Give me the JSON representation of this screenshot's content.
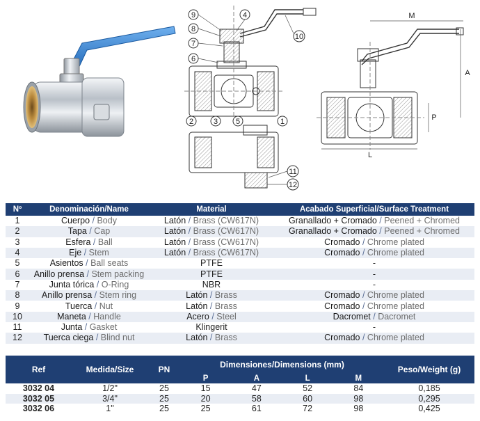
{
  "drawing": {
    "callouts_top": [
      "9",
      "8",
      "7",
      "6",
      "4",
      "10"
    ],
    "callouts_bottom": [
      "2",
      "3",
      "5",
      "1"
    ],
    "callouts_lower": [
      "11",
      "12"
    ],
    "dim_labels": [
      "M",
      "A",
      "P",
      "L"
    ]
  },
  "parts": {
    "headers": {
      "n": "Nº",
      "name": "Denominación/Name",
      "material": "Material",
      "finish": "Acabado Superficial/Surface Treatment"
    },
    "rows": [
      {
        "n": "1",
        "name_es": "Cuerpo",
        "name_en": "Body",
        "mat_es": "Latón",
        "mat_en": "Brass (CW617N)",
        "fin_es": "Granallado + Cromado",
        "fin_en": "Peened + Chromed"
      },
      {
        "n": "2",
        "name_es": "Tapa",
        "name_en": "Cap",
        "mat_es": "Latón",
        "mat_en": "Brass (CW617N)",
        "fin_es": "Granallado + Cromado",
        "fin_en": "Peened + Chromed"
      },
      {
        "n": "3",
        "name_es": "Esfera",
        "name_en": "Ball",
        "mat_es": "Latón",
        "mat_en": "Brass (CW617N)",
        "fin_es": "Cromado",
        "fin_en": "Chrome plated"
      },
      {
        "n": "4",
        "name_es": "Eje",
        "name_en": "Stem",
        "mat_es": "Latón",
        "mat_en": "Brass (CW617N)",
        "fin_es": "Cromado",
        "fin_en": "Chrome plated"
      },
      {
        "n": "5",
        "name_es": "Asientos",
        "name_en": "Ball seats",
        "mat": "PTFE",
        "fin": "-"
      },
      {
        "n": "6",
        "name_es": "Anillo prensa",
        "name_en": "Stem packing",
        "mat": "PTFE",
        "fin": "-"
      },
      {
        "n": "7",
        "name_es": "Junta tórica",
        "name_en": "O-Ring",
        "mat": "NBR",
        "fin": "-"
      },
      {
        "n": "8",
        "name_es": "Anillo prensa",
        "name_en": "Stem ring",
        "mat_es": "Latón",
        "mat_en": "Brass",
        "fin_es": "Cromado",
        "fin_en": "Chrome plated"
      },
      {
        "n": "9",
        "name_es": "Tuerca",
        "name_en": "Nut",
        "mat_es": "Latón",
        "mat_en": "Brass",
        "fin_es": "Cromado",
        "fin_en": "Chrome plated"
      },
      {
        "n": "10",
        "name_es": "Maneta",
        "name_en": "Handle",
        "mat_es": "Acero",
        "mat_en": "Steel",
        "fin_es": "Dacromet",
        "fin_en": "Dacromet"
      },
      {
        "n": "11",
        "name_es": "Junta",
        "name_en": "Gasket",
        "mat": "Klingerit",
        "fin": "-"
      },
      {
        "n": "12",
        "name_es": "Tuerca ciega",
        "name_en": "Blind nut",
        "mat_es": "Latón",
        "mat_en": "Brass",
        "fin_es": "Cromado",
        "fin_en": "Chrome plated"
      }
    ]
  },
  "dimensions": {
    "headers": {
      "ref": "Ref",
      "size": "Medida/Size",
      "pn": "PN",
      "dims": "Dimensiones/Dimensions (mm)",
      "p": "P",
      "a": "A",
      "l": "L",
      "m": "M",
      "weight": "Peso/Weight (g)"
    },
    "rows": [
      {
        "ref": "3032 04",
        "size": "1/2\"",
        "pn": "25",
        "p": "15",
        "a": "47",
        "l": "52",
        "m": "84",
        "weight": "0,185"
      },
      {
        "ref": "3032 05",
        "size": "3/4\"",
        "pn": "25",
        "p": "20",
        "a": "58",
        "l": "60",
        "m": "98",
        "weight": "0,295"
      },
      {
        "ref": "3032 06",
        "size": "1\"",
        "pn": "25",
        "p": "25",
        "a": "61",
        "l": "72",
        "m": "98",
        "weight": "0,425"
      }
    ]
  },
  "colors": {
    "header_bg": "#1f3f73",
    "handle_blue": "#2f7fd0",
    "brass": "#c79a4c"
  }
}
